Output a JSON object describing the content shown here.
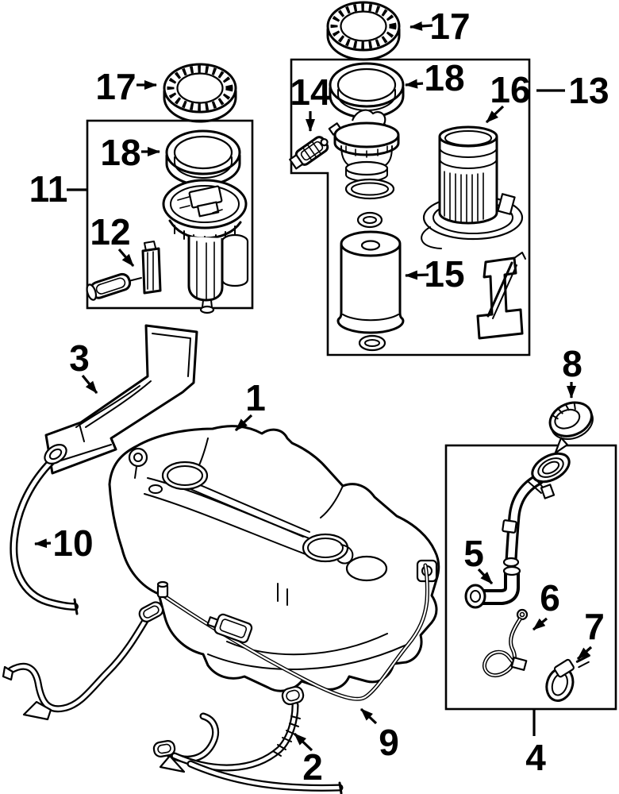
{
  "diagram": {
    "background_color": "#ffffff",
    "line_color": "#000000",
    "callouts": {
      "c1": "1",
      "c2": "2",
      "c3": "3",
      "c4": "4",
      "c5": "5",
      "c6": "6",
      "c7": "7",
      "c8": "8",
      "c9": "9",
      "c10": "10",
      "c11": "11",
      "c12": "12",
      "c13": "13",
      "c14": "14",
      "c15": "15",
      "c16": "16",
      "c17": "17",
      "c18": "18"
    }
  }
}
